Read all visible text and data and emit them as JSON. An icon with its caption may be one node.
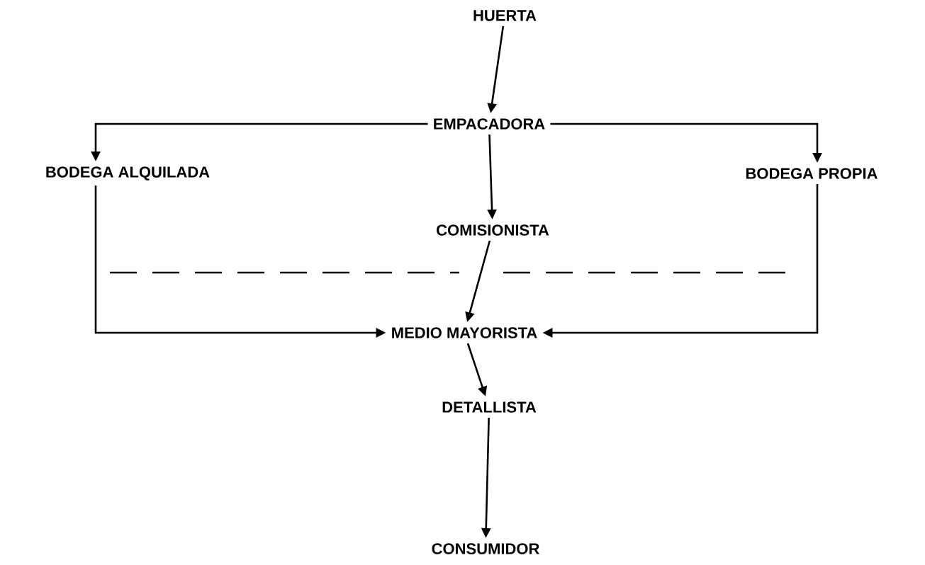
{
  "diagram": {
    "nodes": [
      {
        "text": [
          "HUERTA"
        ]
      },
      {
        "text": [
          "EMPACADORA"
        ]
      },
      {
        "text": [
          "BODEGA ALQUILADA"
        ]
      },
      {
        "text": [
          "BODEGA PROPIA"
        ]
      },
      {
        "text": [
          "COMISIONISTA"
        ]
      },
      {
        "text": [
          "MEDIO MAYORISTA"
        ]
      },
      {
        "text": [
          "DETALLISTA"
        ]
      },
      {
        "text": [
          "CONSUMIDOR"
        ]
      }
    ],
    "edges": [
      {
        "from": 0,
        "to": 1,
        "arrow": "to"
      },
      {
        "from": 1,
        "to": 2,
        "arrow": "to"
      },
      {
        "from": 1,
        "to": 3,
        "arrow": "to"
      },
      {
        "from": 1,
        "to": 4,
        "arrow": "to"
      },
      {
        "from": 4,
        "to": 5,
        "arrow": "to"
      },
      {
        "from": 2,
        "to": 5,
        "arrow": "to"
      },
      {
        "from": 3,
        "to": 5,
        "arrow": "to"
      },
      {
        "from": 5,
        "to": 6,
        "arrow": "to"
      },
      {
        "from": 6,
        "to": 7,
        "arrow": "to"
      }
    ]
  }
}
